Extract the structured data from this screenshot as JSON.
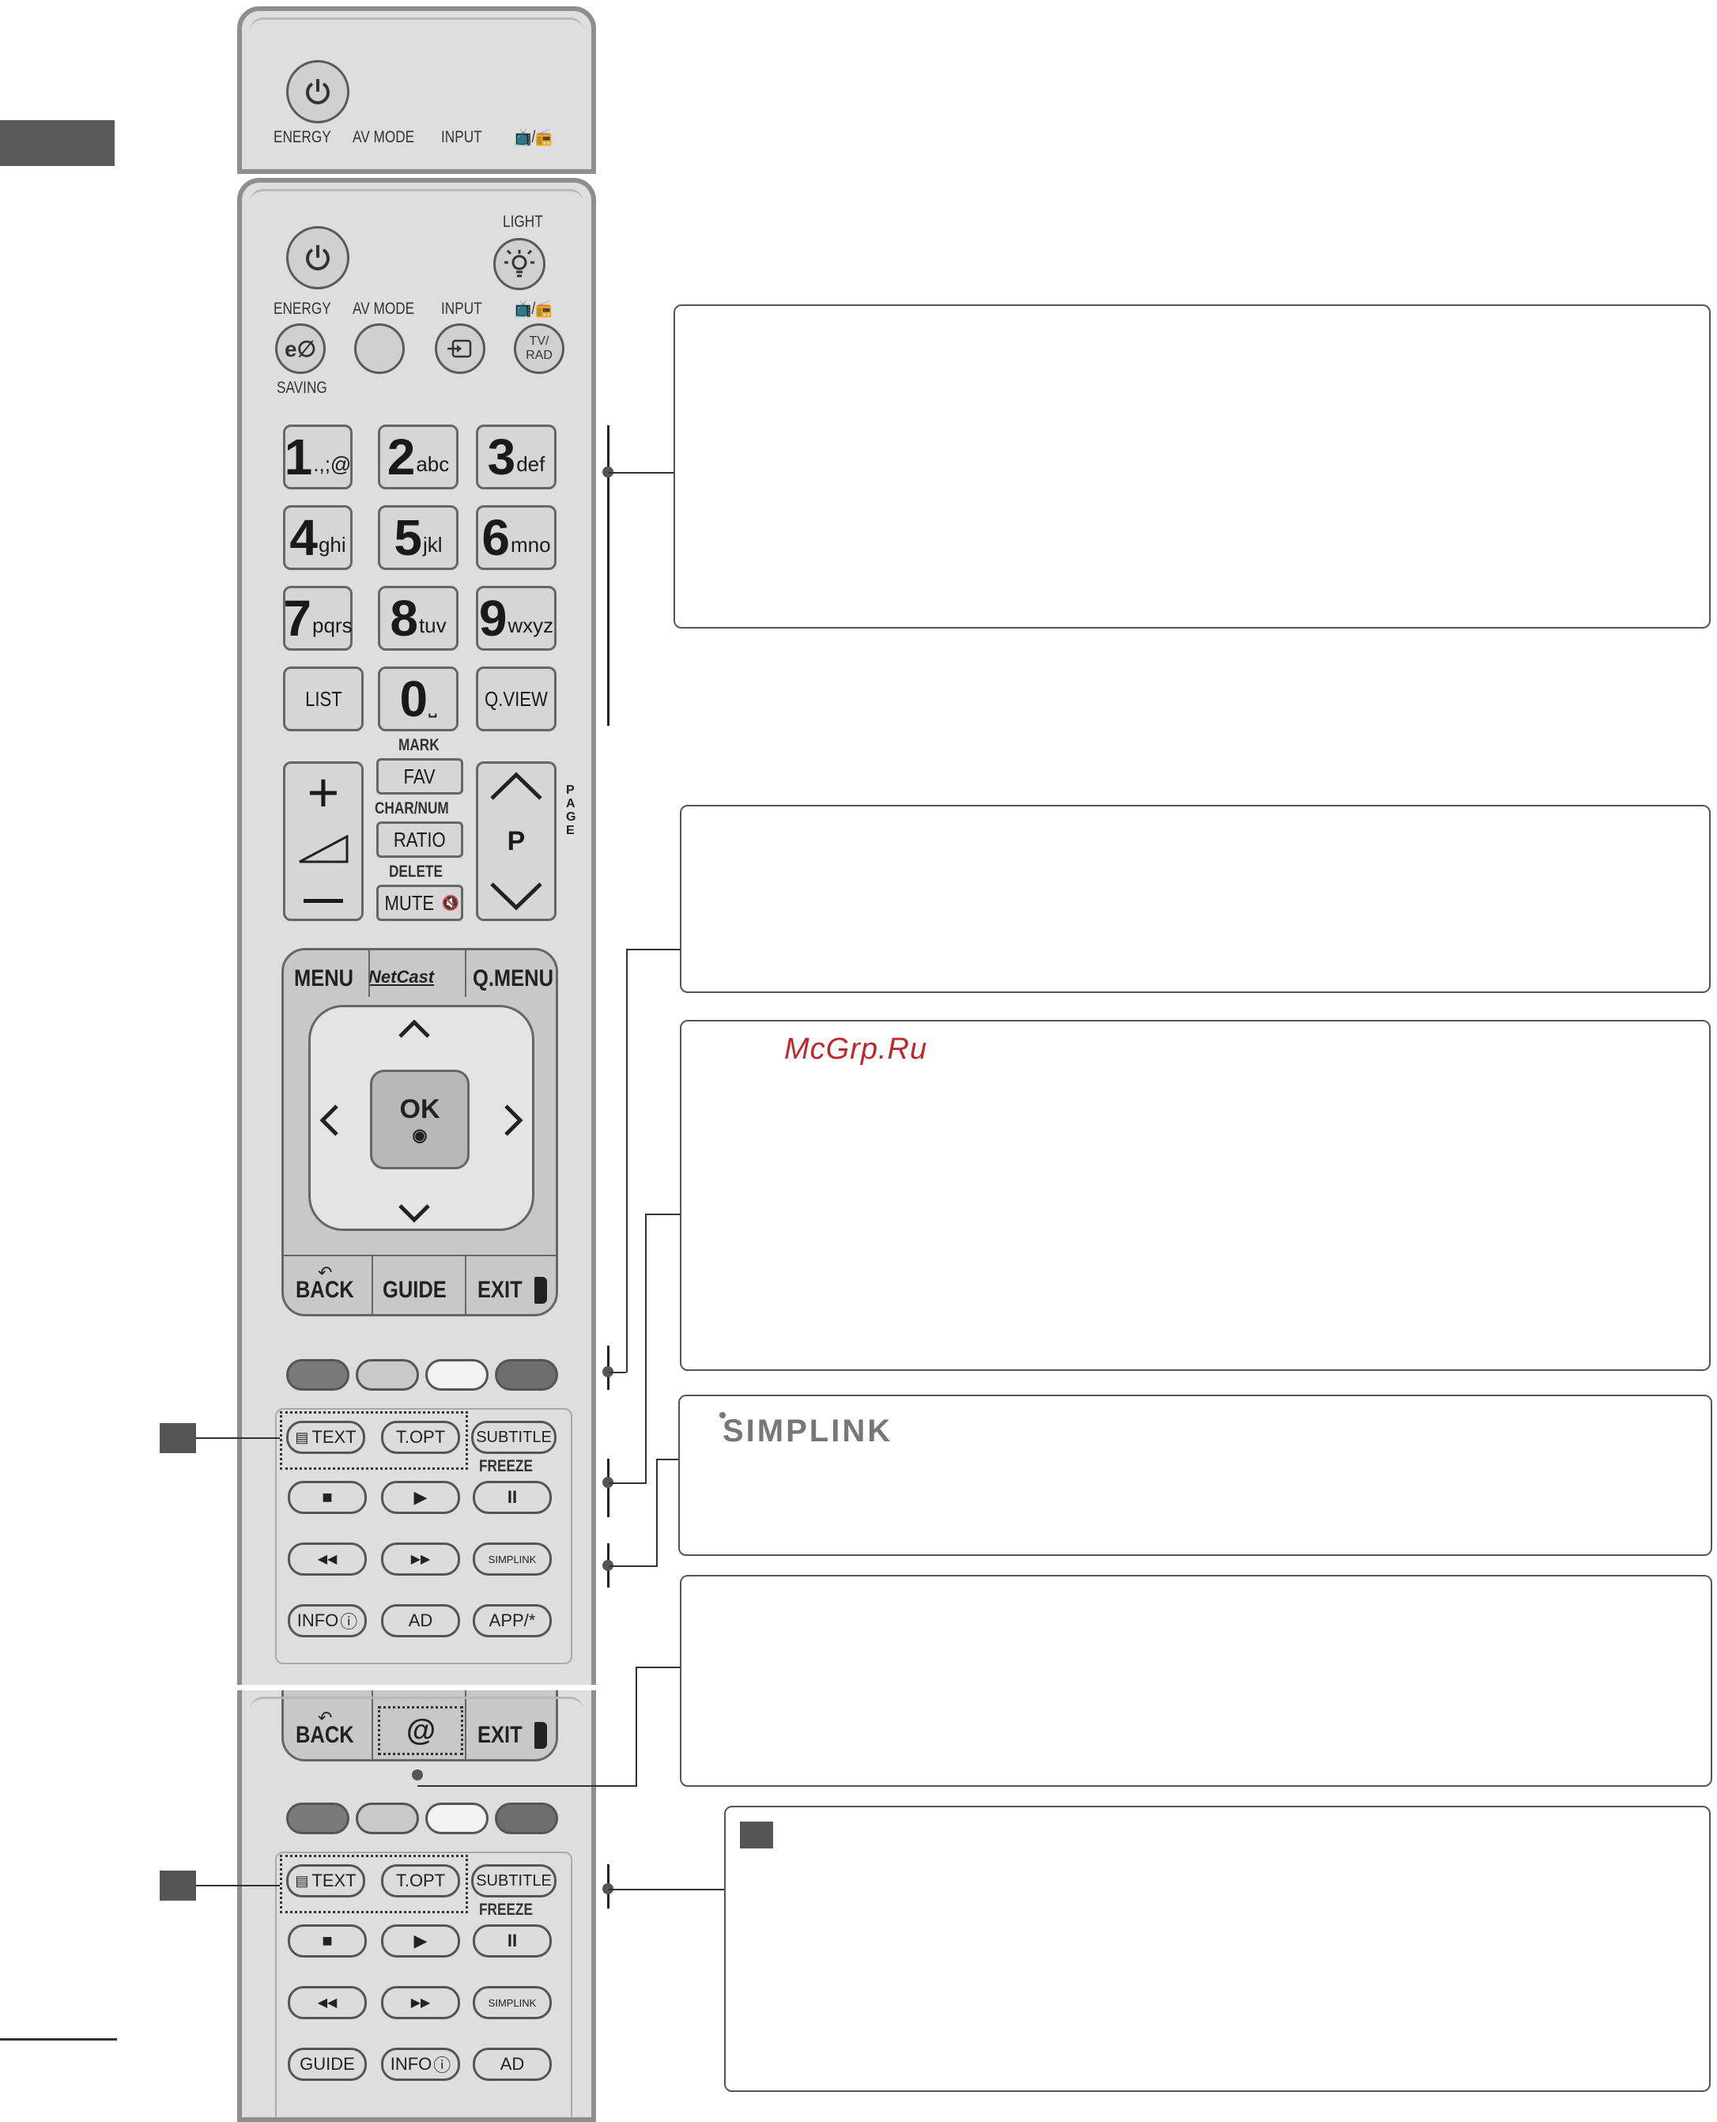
{
  "remote_top": {
    "labels": [
      "ENERGY",
      "AV MODE",
      "INPUT",
      "📺/📻"
    ]
  },
  "remote_main": {
    "light": "LIGHT",
    "energy": "ENERGY",
    "saving": "SAVING",
    "energy_icon": "e∅",
    "av_mode": "AV MODE",
    "input": "INPUT",
    "tvrad_label": "📺/📻",
    "tvrad_btn": "TV/ RAD",
    "numbers": [
      {
        "digit": "1",
        "letters": ".,;@"
      },
      {
        "digit": "2",
        "letters": "abc"
      },
      {
        "digit": "3",
        "letters": "def"
      },
      {
        "digit": "4",
        "letters": "ghi"
      },
      {
        "digit": "5",
        "letters": "jkl"
      },
      {
        "digit": "6",
        "letters": "mno"
      },
      {
        "digit": "7",
        "letters": "pqrs"
      },
      {
        "digit": "8",
        "letters": "tuv"
      },
      {
        "digit": "9",
        "letters": "wxyz"
      }
    ],
    "list": "LIST",
    "zero": "0",
    "zero_sub": "⎵",
    "qview": "Q.VIEW",
    "mark": "MARK",
    "fav": "FAV",
    "charnum": "CHAR/NUM",
    "ratio": "RATIO",
    "delete": "DELETE",
    "mute": "MUTE",
    "mute_icon": "🔇",
    "vol_plus": "+",
    "vol_minus": "—",
    "prog": "P",
    "page": "PAGE",
    "menu": "MENU",
    "netcast": "NetCast",
    "qmenu": "Q.MENU",
    "ok": "OK",
    "back": "BACK",
    "guide": "GUIDE",
    "exit": "EXIT",
    "text": "TEXT",
    "topt": "T.OPT",
    "subtitle": "SUBTITLE",
    "freeze": "FREEZE",
    "stop": "■",
    "play": "▶",
    "pause": "II",
    "rew": "◀◀",
    "ff": "▶▶",
    "simplink_btn": "SIMPLINK",
    "info": "INFO",
    "ad": "AD",
    "app": "APP/*"
  },
  "remote_bottom": {
    "back": "BACK",
    "at": "@",
    "exit": "EXIT",
    "text": "TEXT",
    "topt": "T.OPT",
    "subtitle": "SUBTITLE",
    "freeze": "FREEZE",
    "guide": "GUIDE",
    "info": "INFO",
    "ad": "AD"
  },
  "callouts": {
    "watermark": "McGrp.Ru",
    "simplink_logo": "SIMPLINK"
  },
  "colors": {
    "red_button": "#7a7a7a",
    "green_button": "#c9c9c9",
    "yellow_button": "#f2f2f2",
    "blue_button": "#6e6e6e"
  }
}
